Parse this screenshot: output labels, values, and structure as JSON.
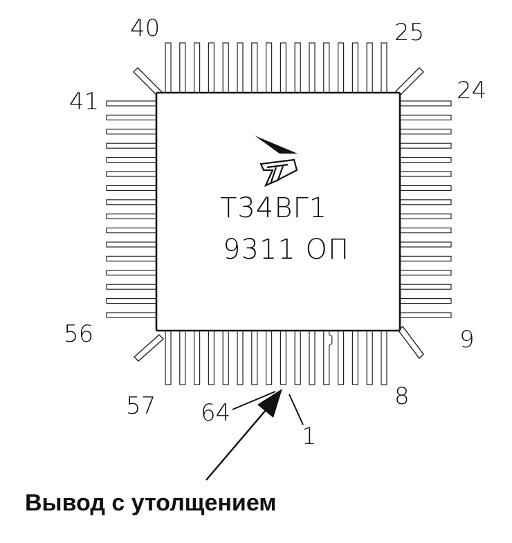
{
  "chip": {
    "part_number": "Т34ВГ1",
    "date_code": "9311 ОП",
    "logo_icon": "manufacturer-logo-icon"
  },
  "pin_labels": {
    "top_left": "40",
    "top_right": "25",
    "right_top": "24",
    "right_bottom": "9",
    "bottom_right": "8",
    "bottom_left": "57",
    "left_bottom": "56",
    "left_top": "41",
    "pin_64": "64",
    "pin_1": "1"
  },
  "pins_per_side": 16,
  "caption": "Вывод с утолщением",
  "colors": {
    "outline": "#111111",
    "background": "#ffffff"
  }
}
